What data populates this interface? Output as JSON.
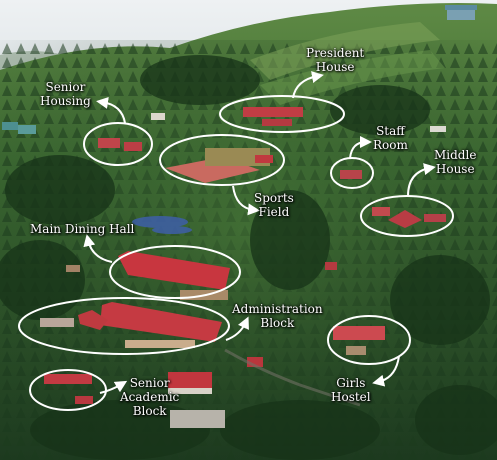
{
  "labels": {
    "president_house": [
      "President",
      "House"
    ],
    "senior_housing": [
      "Senior",
      "Housing"
    ],
    "staff_room": [
      "Staff",
      "Room"
    ],
    "middle_house": [
      "Middle",
      "House"
    ],
    "sports_field": [
      "Sports",
      "Field"
    ],
    "main_dining_hall": [
      "Main Dining Hall"
    ],
    "administration_block": [
      "Administration",
      "Block"
    ],
    "girls_hostel": [
      "Girls",
      "Hostel"
    ],
    "senior_academic_block": [
      "Senior",
      "Academic",
      "Block"
    ]
  },
  "colors": {
    "sky": "#e9edf0",
    "forest_dark": "#1f3a1f",
    "forest_mid": "#2f5a2c",
    "forest_light": "#4d7a3a",
    "roof_red": "#c63a3f",
    "annotation": "#ffffff"
  }
}
